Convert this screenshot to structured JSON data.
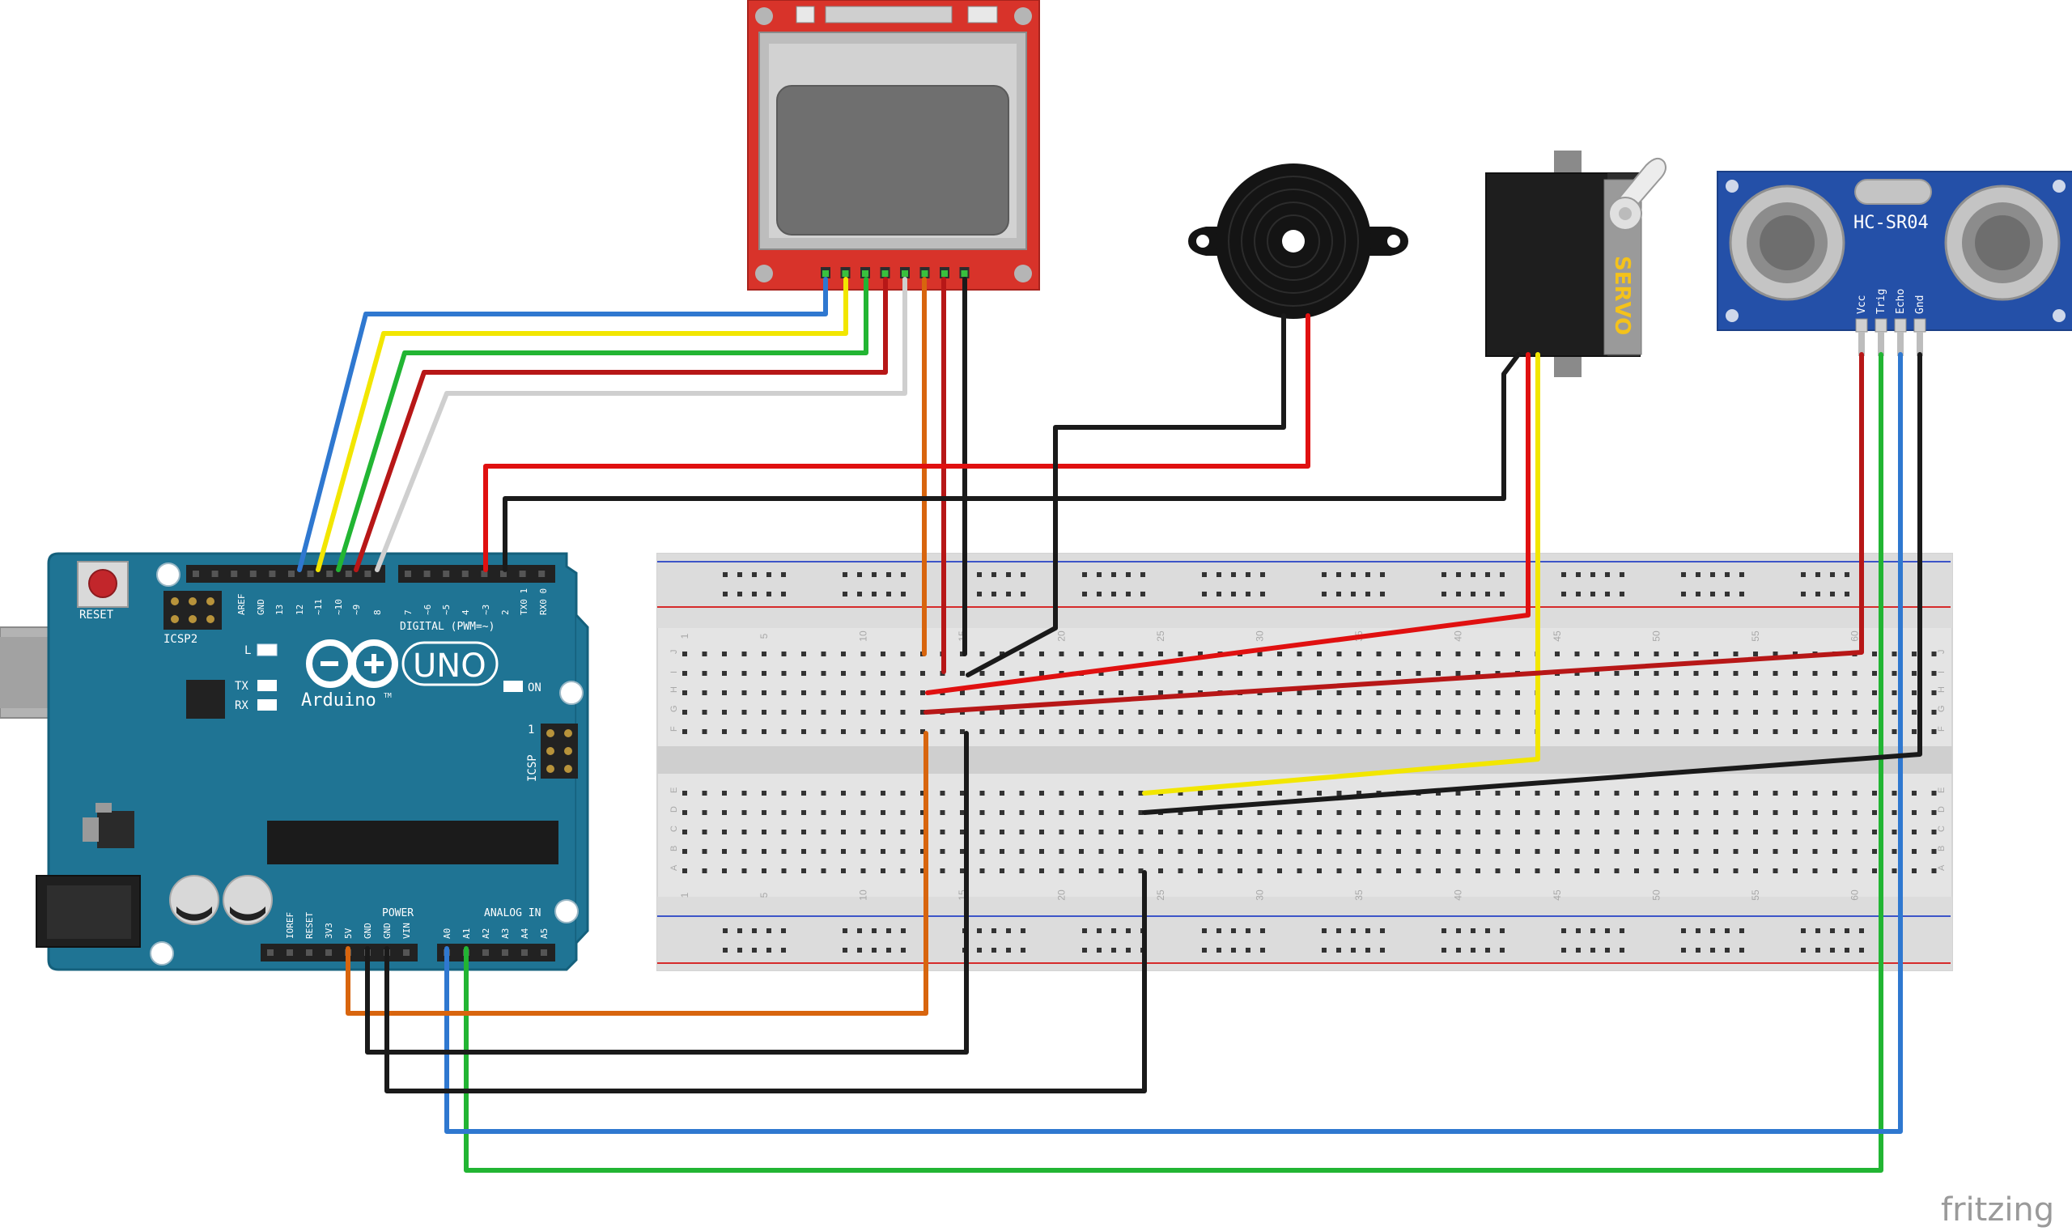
{
  "colors": {
    "arduino_board": "#1f7494",
    "arduino_edge": "#14607c",
    "lcd_pcb": "#d8332a",
    "breadboard": "#e4e4e4",
    "hcsr04_pcb": "#2450a8",
    "wire_red": "#e01010",
    "wire_black": "#1a1a1a",
    "wire_blue": "#2f78d0",
    "wire_green": "#22b533",
    "wire_yellow": "#f2e600",
    "wire_orange": "#d8650e",
    "wire_white": "#cfcfcf",
    "wire_darkred": "#b71717"
  },
  "arduino": {
    "reset_label": "RESET",
    "icsp2_label": "ICSP2",
    "l_label": "L",
    "tx_label": "TX",
    "rx_label": "RX",
    "on_label": "ON",
    "brand_label": "Arduino",
    "tm_label": "TM",
    "uno_label": "UNO",
    "digital_label": "DIGITAL (PWM=~)",
    "icsp_label": "ICSP",
    "icsp_pin1": "1",
    "power_label": "POWER",
    "analog_label": "ANALOG IN",
    "top_pins": [
      "AREF",
      "GND",
      "13",
      "12",
      "~11",
      "~10",
      "~9",
      "8",
      "7",
      "~6",
      "~5",
      "4",
      "~3",
      "2",
      "TX0 1",
      "RX0 0"
    ],
    "power_pins": [
      "IOREF",
      "RESET",
      "3V3",
      "5V",
      "GND",
      "GND",
      "VIN"
    ],
    "analog_pins": [
      "A0",
      "A1",
      "A2",
      "A3",
      "A4",
      "A5"
    ]
  },
  "breadboard": {
    "row_letters_top": [
      "J",
      "I",
      "H",
      "G",
      "F"
    ],
    "row_letters_bottom": [
      "E",
      "D",
      "C",
      "B",
      "A"
    ],
    "column_numbers": [
      "1",
      "5",
      "10",
      "15",
      "20",
      "25",
      "30",
      "35",
      "40",
      "45",
      "50",
      "55",
      "60"
    ]
  },
  "servo": {
    "label": "SERVO"
  },
  "hcsr04": {
    "model_label": "HC-SR04",
    "pin_labels": [
      "Vcc",
      "Trig",
      "Echo",
      "Gnd"
    ]
  },
  "footer": {
    "watermark": "fritzing"
  }
}
